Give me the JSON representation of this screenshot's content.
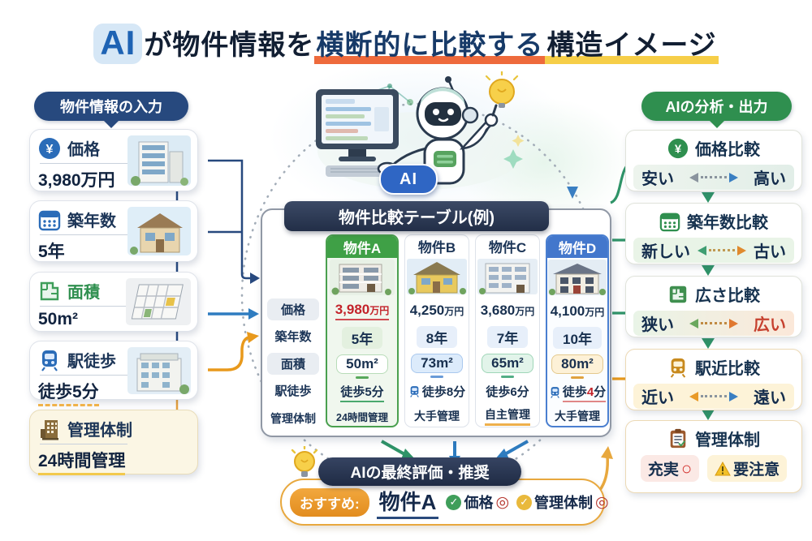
{
  "title": {
    "ai": "AI",
    "part1": "が物件情報を",
    "highlight1": "横断的に比較する",
    "highlight2": "構造イメージ"
  },
  "colors": {
    "navy": "#1c3557",
    "green": "#2f8f4f",
    "blue": "#2e7cc0",
    "orange": "#e8991c",
    "red": "#c3232a",
    "yellow": "#f6ce48"
  },
  "input": {
    "header": "物件情報の入力",
    "cards": [
      {
        "label": "価格",
        "value": "3,980万円",
        "icon": "yen-icon"
      },
      {
        "label": "築年数",
        "value": "5年",
        "icon": "calendar-icon"
      },
      {
        "label": "面積",
        "value": "50m²",
        "icon": "floorplan-icon"
      },
      {
        "label": "駅徒歩",
        "value": "徒歩5分",
        "icon": "train-icon"
      },
      {
        "label": "管理体制",
        "value": "24時間管理",
        "icon": "building-icon"
      }
    ]
  },
  "center": {
    "ai_badge": "AI",
    "table": {
      "title": "物件比較テーブル(例)",
      "row_labels": [
        "価格",
        "築年数",
        "面積",
        "駅徒歩",
        "管理体制"
      ],
      "columns": [
        {
          "name": "物件A",
          "price": {
            "num": "3,980",
            "unit": "万円"
          },
          "age": "5年",
          "area": "50m²",
          "walk": {
            "pre": "徒歩",
            "num": "5",
            "suf": "分"
          },
          "mgmt": "24時間管理"
        },
        {
          "name": "物件B",
          "price": {
            "num": "4,250",
            "unit": "万円"
          },
          "age": "8年",
          "area": "73m²",
          "walk": {
            "pre": "徒歩",
            "num": "8",
            "suf": "分"
          },
          "mgmt": "大手管理"
        },
        {
          "name": "物件C",
          "price": {
            "num": "3,680",
            "unit": "万円"
          },
          "age": "7年",
          "area": "65m²",
          "walk": {
            "pre": "徒歩",
            "num": "6",
            "suf": "分"
          },
          "mgmt": "自主管理"
        },
        {
          "name": "物件D",
          "price": {
            "num": "4,100",
            "unit": "万円"
          },
          "age": "10年",
          "area": "80m²",
          "walk": {
            "pre": "徒歩",
            "num": "4",
            "suf": "分"
          },
          "mgmt": "大手管理"
        }
      ]
    }
  },
  "analysis": {
    "header": "AIの分析・出力",
    "cards": [
      {
        "title": "価格比較",
        "left": "安い",
        "right": "高い"
      },
      {
        "title": "築年数比較",
        "left": "新しい",
        "right": "古い"
      },
      {
        "title": "広さ比較",
        "left": "狭い",
        "right": "広い"
      },
      {
        "title": "駅近比較",
        "left": "近い",
        "right": "遠い"
      }
    ],
    "mgmt": {
      "title": "管理体制",
      "good": "充実",
      "good_mark": "○",
      "warn": "要注意"
    }
  },
  "recommendation": {
    "bar": "AIの最終評価・推奨",
    "label": "おすすめ:",
    "property": "物件A",
    "checks": [
      {
        "text": "価格",
        "mark": "◎"
      },
      {
        "text": "管理体制",
        "mark": "◎"
      }
    ]
  }
}
